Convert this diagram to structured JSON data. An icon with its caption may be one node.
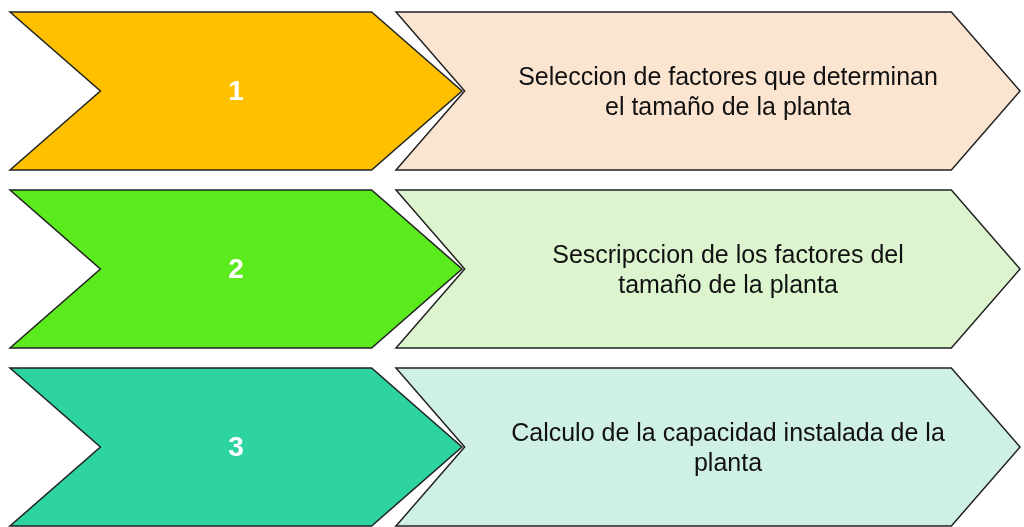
{
  "diagram": {
    "nodes": [
      {
        "text": [
          "1"
        ]
      },
      {
        "text": [
          "Seleccion de factores que determinan el tamaño de la planta"
        ]
      },
      {
        "text": [
          "2"
        ]
      },
      {
        "text": [
          "Sescripccion de los factores del tamaño de la planta"
        ]
      },
      {
        "text": [
          "3"
        ]
      },
      {
        "text": [
          "Calculo de la capacidad instalada de la planta"
        ]
      }
    ]
  }
}
